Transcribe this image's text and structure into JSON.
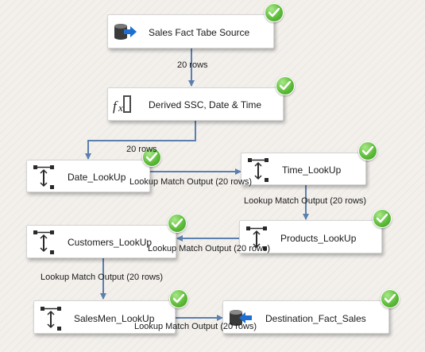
{
  "tasks": {
    "source": {
      "label": "Sales Fact Tabe Source",
      "icon": "database-arrow-icon",
      "status": "success"
    },
    "derived": {
      "label": "Derived SSC, Date & Time",
      "icon": "fx-icon",
      "status": "success"
    },
    "date_lookup": {
      "label": "Date_LookUp",
      "icon": "lookup-icon",
      "status": "success"
    },
    "time_lookup": {
      "label": "Time_LookUp",
      "icon": "lookup-icon",
      "status": "success"
    },
    "products_lookup": {
      "label": "Products_LookUp",
      "icon": "lookup-icon",
      "status": "success"
    },
    "customers_lookup": {
      "label": "Customers_LookUp",
      "icon": "lookup-icon",
      "status": "success"
    },
    "salesmen_lookup": {
      "label": "SalesMen_LookUp",
      "icon": "lookup-icon",
      "status": "success"
    },
    "destination": {
      "label": "Destination_Fact_Sales",
      "icon": "database-destination-icon",
      "status": "success"
    }
  },
  "paths": {
    "source_to_derived": "20 rows",
    "derived_to_date": "20 rows",
    "date_to_time": "Lookup Match Output (20 rows)",
    "time_to_products": "Lookup Match Output (20 rows)",
    "products_to_customers": "Lookup Match Output (20 rows)",
    "customers_to_salesmen": "Lookup Match Output (20 rows)",
    "salesmen_to_destination": "Lookup Match Output (20 rows)"
  },
  "colors": {
    "connector": "#5b7fae",
    "success": "#5ebd3a",
    "canvas": "#f3f0ec"
  }
}
